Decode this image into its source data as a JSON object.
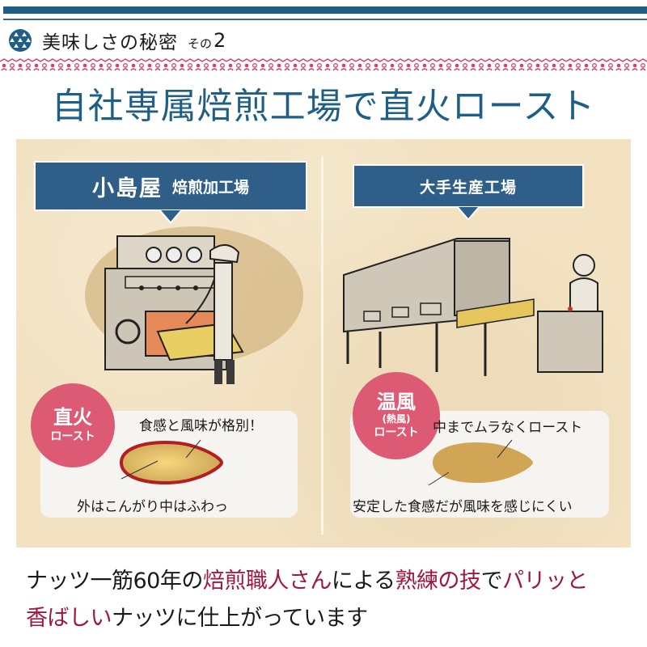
{
  "header": {
    "title": "美味しさの秘密",
    "sub": "その",
    "number": "2",
    "icon": "diamond-pattern-icon"
  },
  "main_title": "自社専属焙煎工場で直火ロースト",
  "left": {
    "tag_brand": "小島屋",
    "tag_sub": "焙煎加工場",
    "illustration": "direct-fire-roaster-illustration",
    "badge_main": "直火",
    "badge_sub": "ロースト",
    "caption_top": "食感と風味が格別！",
    "caption_bottom": "外はこんがり中はふわっ"
  },
  "right": {
    "tag_label": "大手生産工場",
    "illustration": "conveyor-factory-illustration",
    "badge_main": "温風",
    "badge_paren": "(熱風)",
    "badge_sub": "ロースト",
    "caption_top": "中までムラなくロースト",
    "caption_bottom": "安定した食感だが風味を感じにくい"
  },
  "bottom": {
    "segments": [
      {
        "text": "ナッツ一筋60年の",
        "highlight": false
      },
      {
        "text": "焙煎職人さん",
        "highlight": true
      },
      {
        "text": "による",
        "highlight": false
      },
      {
        "text": "熟練の技",
        "highlight": true
      },
      {
        "text": "で",
        "highlight": false
      },
      {
        "text": "パリッと",
        "highlight": true
      }
    ],
    "segments2": [
      {
        "text": "香ばしい",
        "highlight": true
      },
      {
        "text": "ナッツに仕上がっています",
        "highlight": false
      }
    ]
  },
  "colors": {
    "brand_blue": "#1f5f86",
    "tag_blue": "#2f5f88",
    "badge_pink": "#dc5a74",
    "highlight_red": "#a0173f",
    "panel_beige": "#f2e2c2"
  }
}
